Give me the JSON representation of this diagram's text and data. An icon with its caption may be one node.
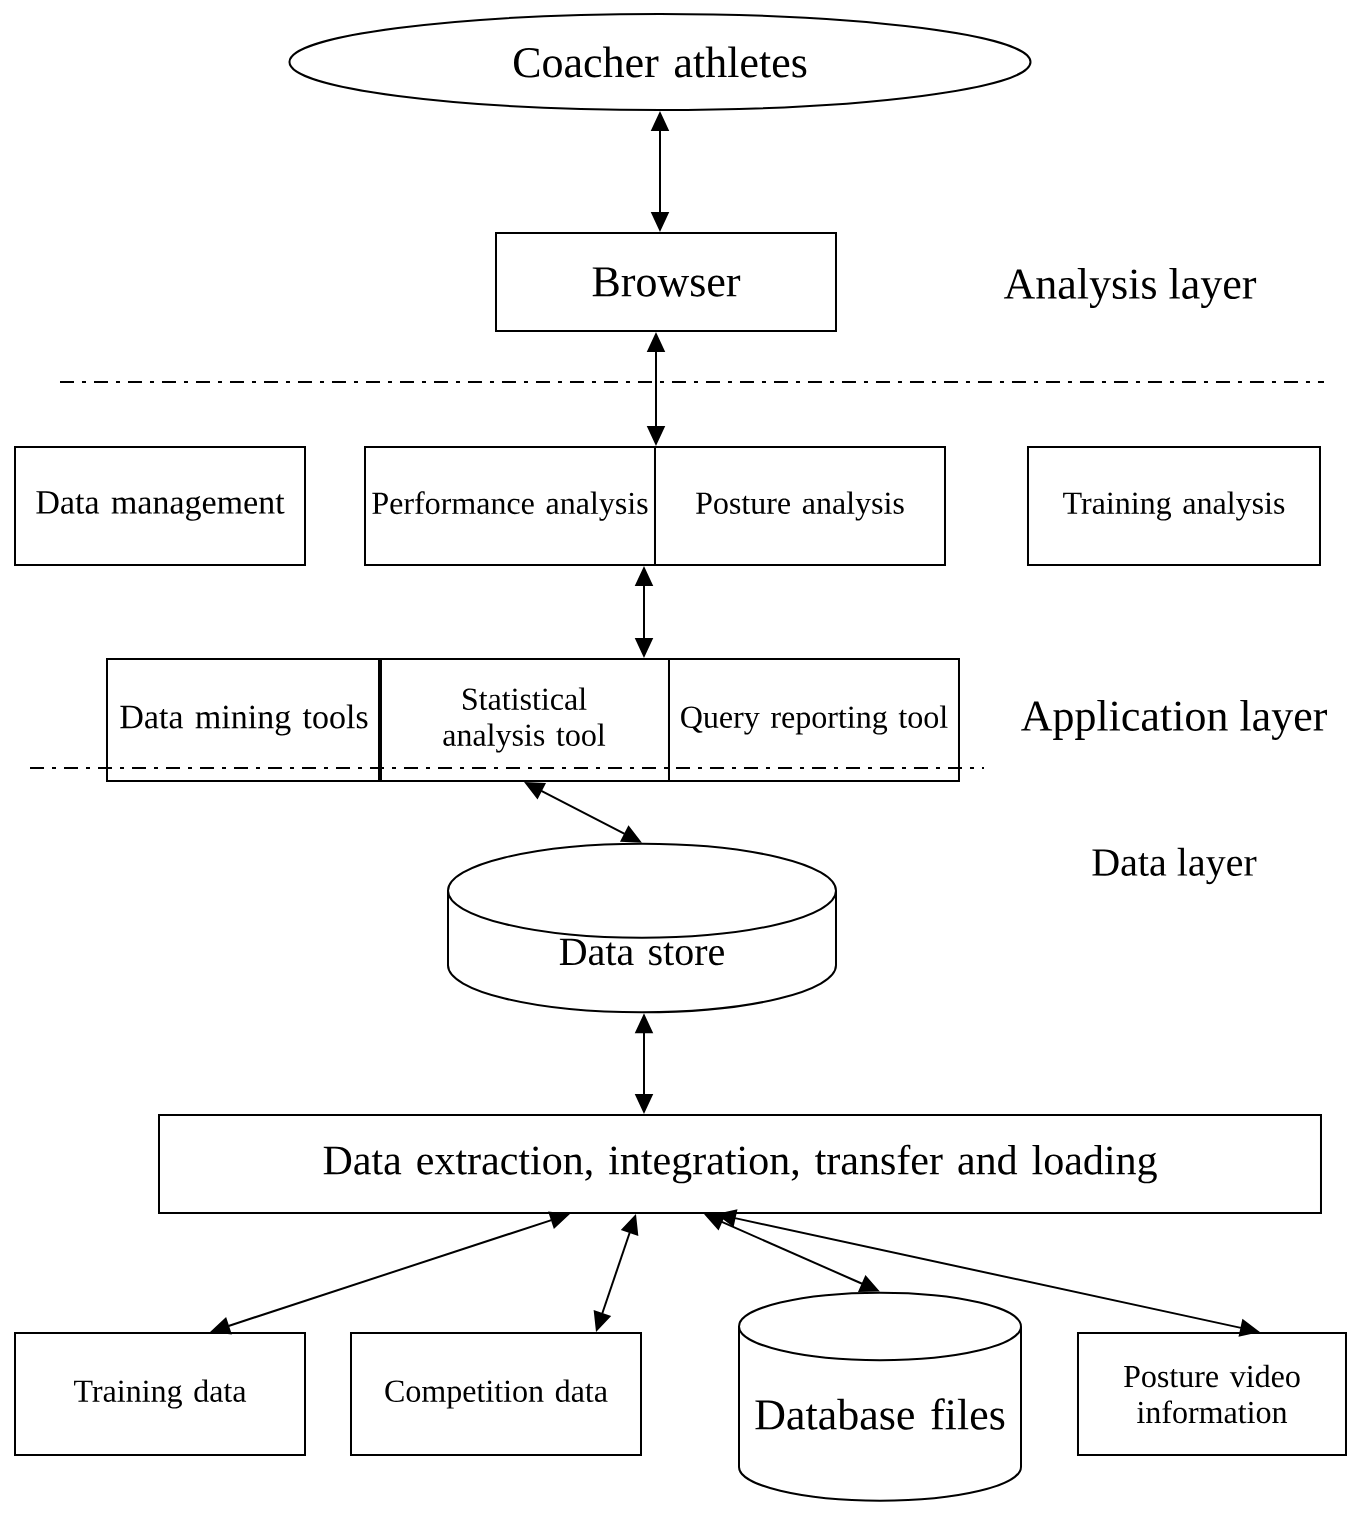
{
  "diagram": {
    "nodes": [
      {
        "text": [
          "Coacher athletes"
        ]
      },
      {
        "text": [
          "Browser"
        ]
      },
      {
        "text": [
          "Data management"
        ]
      },
      {
        "text": [
          "Performance analysis"
        ]
      },
      {
        "text": [
          "Posture analysis"
        ]
      },
      {
        "text": [
          "Training analysis"
        ]
      },
      {
        "text": [
          "Data mining tools"
        ]
      },
      {
        "text": [
          "Statistical analysis tool"
        ]
      },
      {
        "text": [
          "Query reporting tool"
        ]
      },
      {
        "text": [
          "Data store"
        ]
      },
      {
        "text": [
          "Data extraction, integration, transfer and loading"
        ]
      },
      {
        "text": [
          "Training data"
        ]
      },
      {
        "text": [
          "Competition data"
        ]
      },
      {
        "text": [
          "Database files"
        ]
      },
      {
        "text": [
          "Posture video information"
        ]
      }
    ],
    "edges": [
      {
        "from": 0,
        "to": 1,
        "arrow": "both"
      },
      {
        "from": 1,
        "to": 3,
        "arrow": "both"
      },
      {
        "from": 3,
        "to": 7,
        "arrow": "both"
      },
      {
        "from": 7,
        "to": 9,
        "arrow": "both"
      },
      {
        "from": 9,
        "to": 10,
        "arrow": "both"
      },
      {
        "from": 10,
        "to": 11,
        "arrow": "both"
      },
      {
        "from": 10,
        "to": 12,
        "arrow": "both"
      },
      {
        "from": 10,
        "to": 13,
        "arrow": "both"
      },
      {
        "from": 10,
        "to": 14,
        "arrow": "both"
      }
    ],
    "labels": [
      "Analysis layer",
      "Application layer",
      "Data layer"
    ]
  }
}
